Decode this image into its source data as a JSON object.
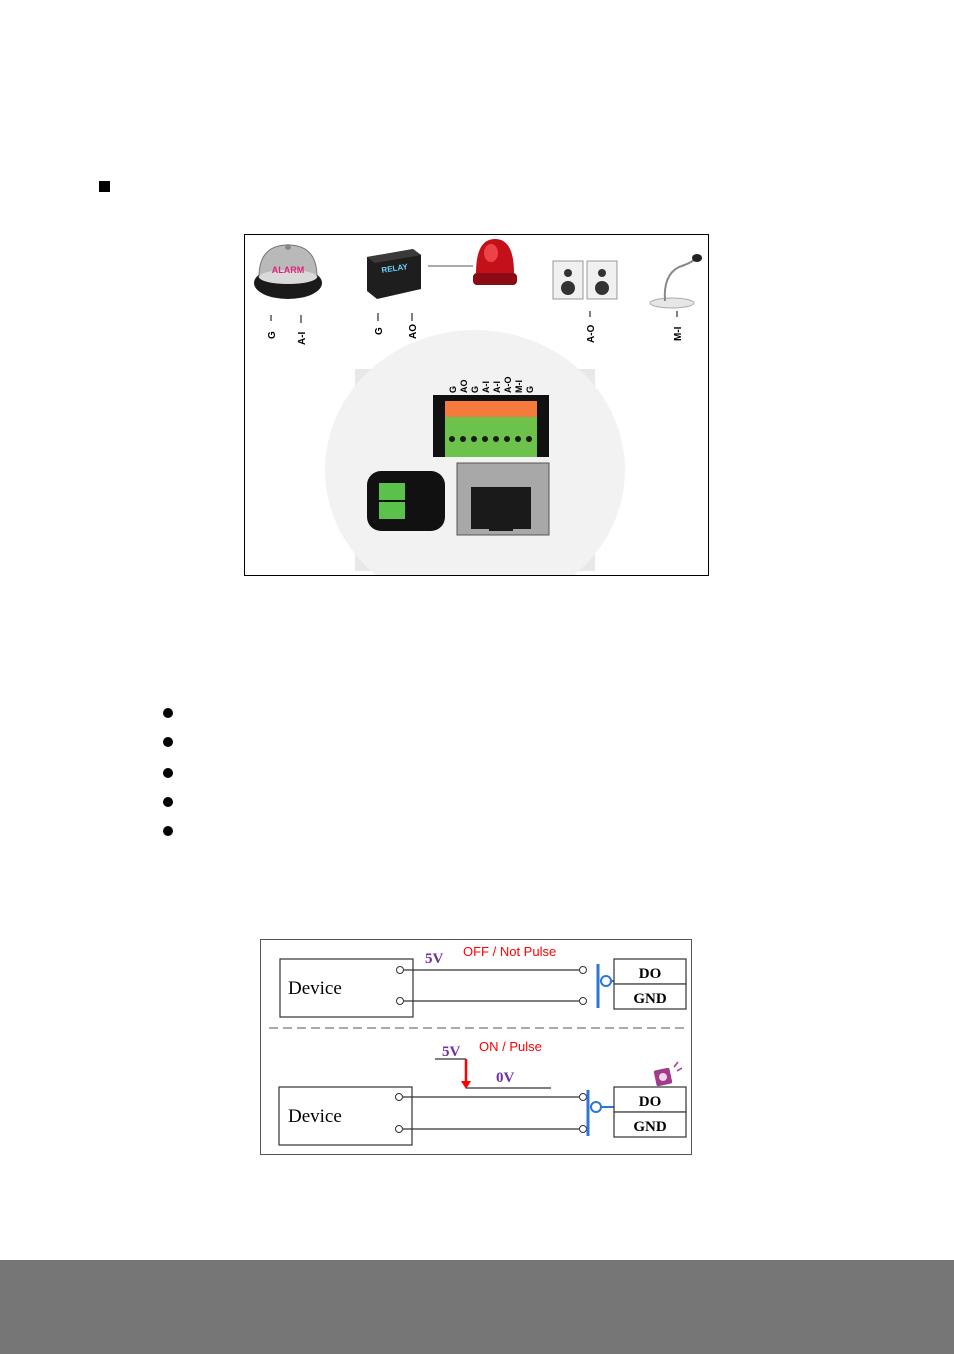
{
  "wiring_figure": {
    "device_labels": [
      "G",
      "A-I",
      "G",
      "AO",
      "A-O",
      "M-I"
    ],
    "bell_text": "ALARM",
    "relay_text": "RELAY",
    "terminal_labels": [
      "G",
      "AO",
      "G",
      "A-I",
      "A-I",
      "A-O",
      "M-I",
      "G"
    ]
  },
  "do_diagram": {
    "off_state": {
      "device_label": "Device",
      "voltage_label": "5V",
      "state_label": "OFF / Not Pulse",
      "terminal_do": "DO",
      "terminal_gnd": "GND"
    },
    "on_state": {
      "device_label": "Device",
      "voltage_high": "5V",
      "voltage_low": "0V",
      "state_label": "ON / Pulse",
      "terminal_do": "DO",
      "terminal_gnd": "GND"
    }
  },
  "colors": {
    "footer": "#767676",
    "voltage_purple": "#7030A0",
    "state_red": "#FF0000",
    "switch_blue": "#2E75D6",
    "terminal_green": "#6CC24A",
    "terminal_orange": "#F47B3C",
    "relay_dark": "#1E1E1E",
    "beacon_red": "#C4101A"
  }
}
